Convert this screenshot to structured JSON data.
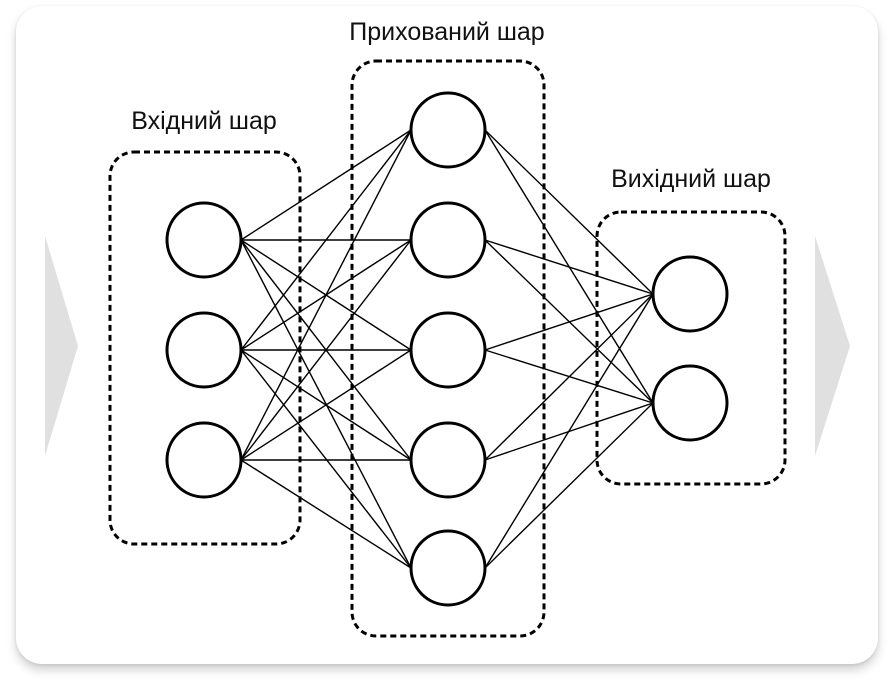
{
  "diagram": {
    "layers": [
      {
        "label": "Вхідний шар",
        "node_count": 3
      },
      {
        "label": "Прихований шар",
        "node_count": 5
      },
      {
        "label": "Вихідний шар",
        "node_count": 2
      }
    ],
    "connections": "fully-connected",
    "colors": {
      "node_stroke": "#000000",
      "node_fill": "#ffffff",
      "edge": "#000000",
      "box_border": "#000000",
      "arrow_fill": "#e0e0e0",
      "background": "#ffffff"
    }
  }
}
